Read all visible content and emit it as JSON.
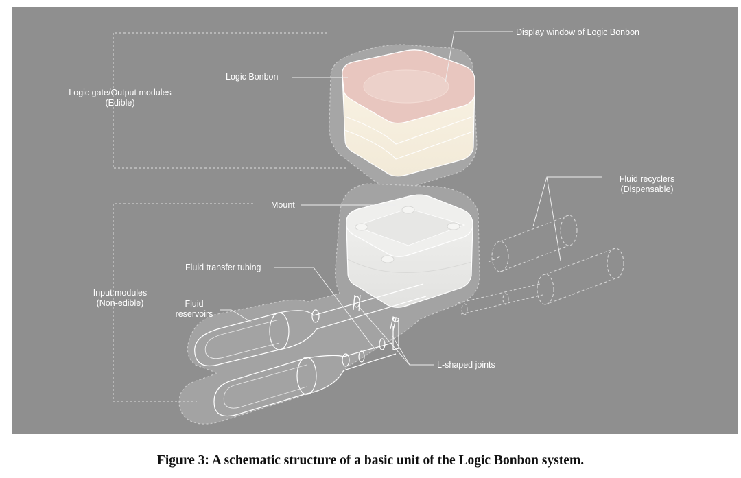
{
  "figure": {
    "labels": {
      "display_window": "Display window of Logic Bonbon",
      "logic_bonbon": "Logic Bonbon",
      "logic_gate_output_line1": "Logic gate/Output modules",
      "logic_gate_output_line2": "(Edible)",
      "fluid_recyclers_line1": "Fluid recyclers",
      "fluid_recyclers_line2": "(Dispensable)",
      "mount": "Mount",
      "fluid_transfer_tubing": "Fluid transfer tubing",
      "input_modules_line1": "Input modules",
      "input_modules_line2": "(Non-edible)",
      "fluid_reservoirs_line1": "Fluid",
      "fluid_reservoirs_line2": "reservoirs",
      "l_shaped_joints": "L-shaped joints"
    },
    "colors": {
      "background": "#8f8f8f",
      "bonbon_body": "#f6eedd",
      "display_window": "#e8c6bf",
      "mount": "#ececea",
      "outline": "#ffffff"
    }
  },
  "caption": "Figure 3: A schematic structure of a basic unit of the Logic Bonbon system."
}
